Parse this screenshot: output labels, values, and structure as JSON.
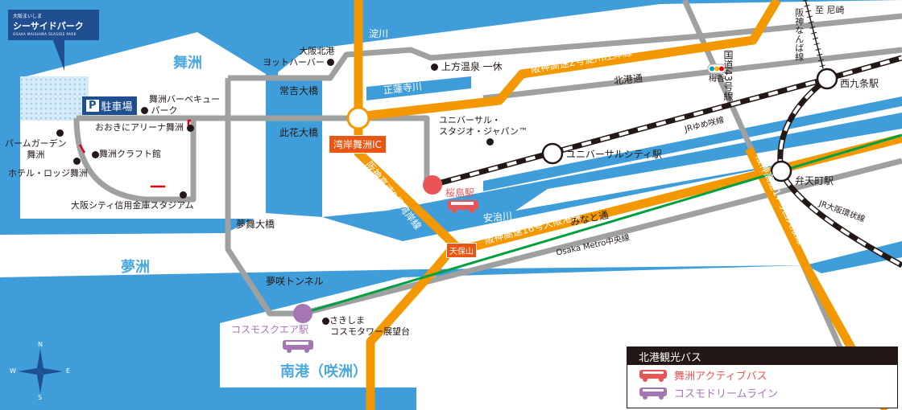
{
  "colors": {
    "sea": "#3f9ed9",
    "road": "#9fa0a0",
    "expressway": "#f39800",
    "metro": "#00a040",
    "maishima_bus": "#e95556",
    "cosmo_bus": "#a675b4",
    "ic_tag": "#e95513"
  },
  "logo": {
    "small": "大阪まいしま",
    "main": "シーサイドパーク",
    "en": "OSAKA MAISHIMA SEASIDE PARK"
  },
  "areas": {
    "maishima": "舞洲",
    "yumeshima": "夢洲",
    "nanko": "南港（咲洲）"
  },
  "parking": {
    "icon": "P",
    "label": "駐車場"
  },
  "places": {
    "bbq1": "舞洲バーベキュー",
    "bbq2": "パーク",
    "arena": "おおきにアリーナ舞洲",
    "craft": "舞洲クラフト館",
    "palm1": "パームガーデン",
    "palm2": "舞洲",
    "hotel": "ホテル・ロッジ舞洲",
    "stadium": "大阪シティ信用金庫スタジアム",
    "yacht1": "大阪北港",
    "yacht2": "ヨットハーバー",
    "onsen": "上方温泉 一休",
    "usj1": "ユニバーサル・",
    "usj2": "スタジオ・ジャパン™",
    "tower1": "さきしま",
    "tower2": "コスモタワー展望台",
    "umeka": "梅香",
    "amagasaki": "至 尼崎"
  },
  "bridges": {
    "tsuneyoshi": "常吉大橋",
    "konohana": "此花大橋",
    "yumemai": "夢舞大橋",
    "tunnel": "夢咲トンネル"
  },
  "rivers": {
    "yodo": "淀川",
    "shorenji": "正蓮寺川",
    "aji": "安治川"
  },
  "roads": {
    "hw2": "阪神高速2号淀川左岸線",
    "hw5": "阪神高速5号湾岸線",
    "hw16": "阪神高速16号大阪港線",
    "hw17": "阪神高速17号西大阪線",
    "r43": "国道43号線",
    "hokko": "北港通",
    "minato": "みなと通",
    "ic": "湾岸舞洲IC",
    "tempozan": "天保山"
  },
  "rail": {
    "yumesaki": "JRゆめ咲線",
    "loop": "JR大阪環状線",
    "hanshin": "阪神なんば線",
    "metro": "Osaka Metro中央線"
  },
  "stations": {
    "sakurajima": "桜島駅",
    "usj": "ユニバーサルシティ駅",
    "nishikujo": "西九条駅",
    "bentencho": "弁天町駅",
    "cosmo": "コスモスクエア駅"
  },
  "compass": {
    "n": "N",
    "s": "S",
    "e": "E",
    "w": "W"
  },
  "legend": {
    "title": "北港観光バス",
    "items": [
      {
        "label": "舞洲アクティブバス",
        "color": "#e95556"
      },
      {
        "label": "コスモドリームライン",
        "color": "#a675b4"
      }
    ]
  }
}
